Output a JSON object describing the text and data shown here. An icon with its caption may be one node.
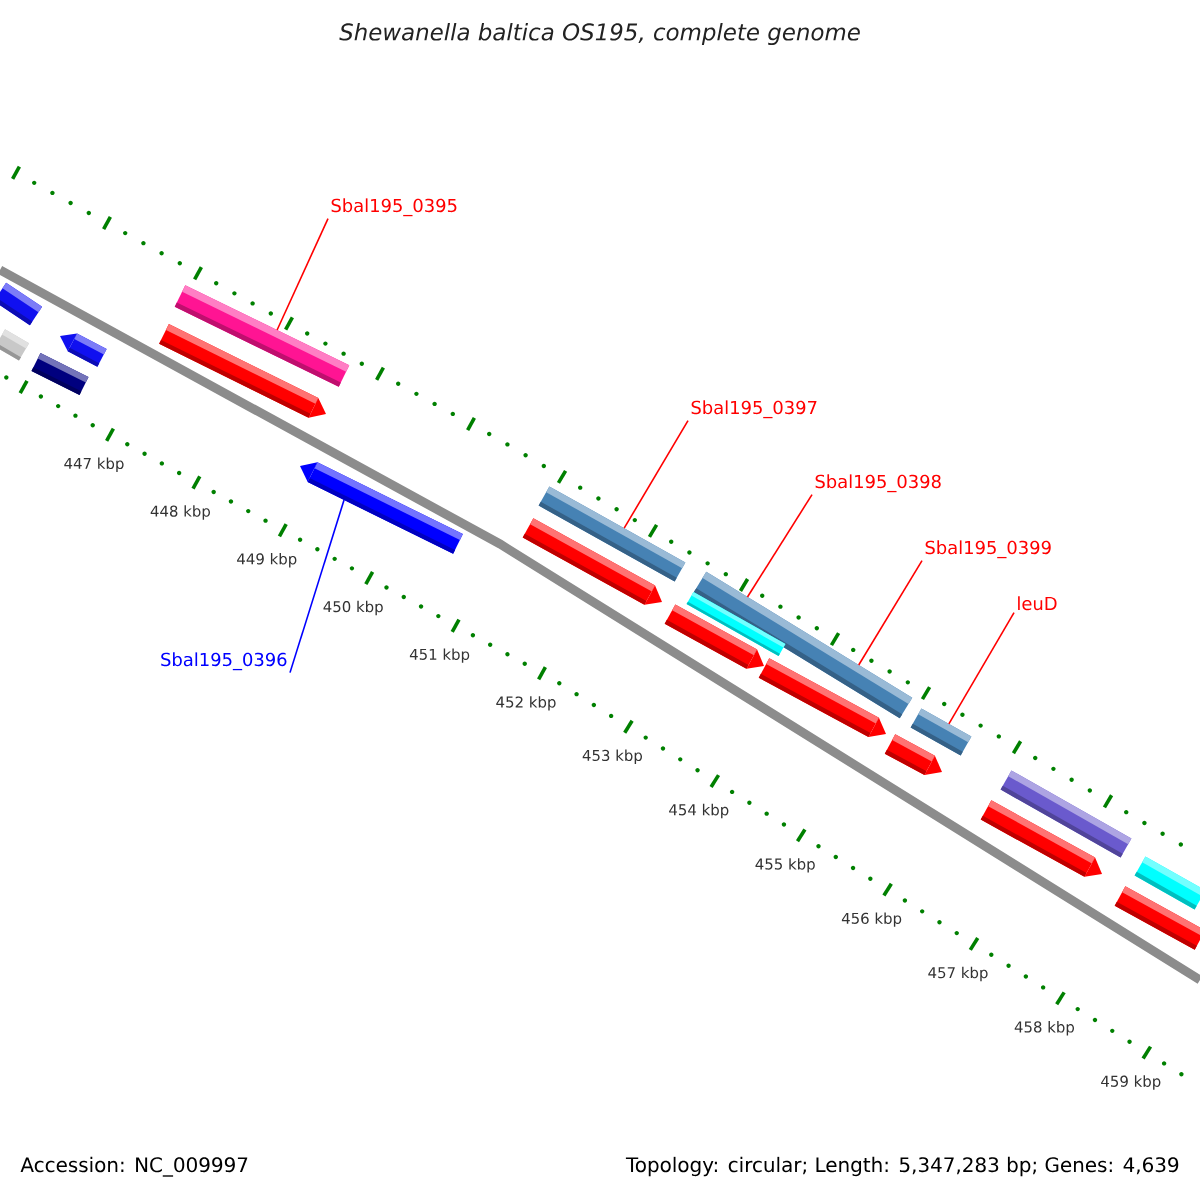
{
  "diagram": {
    "title": "Shewanella baltica OS195, complete genome",
    "nodes": [
      {
        "text": [
          "Sbal195_0395"
        ]
      },
      {
        "text": [
          "Sbal195_0396"
        ]
      },
      {
        "text": [
          "Sbal195_0397"
        ]
      },
      {
        "text": [
          "Sbal195_0398"
        ]
      },
      {
        "text": [
          "Sbal195_0399"
        ]
      },
      {
        "text": [
          "leuD"
        ]
      },
      {
        "text": [],
        "shape": "bar"
      },
      {
        "text": [],
        "shape": "bar"
      },
      {
        "text": [],
        "shape": "bar"
      },
      {
        "text": [],
        "shape": "bar"
      },
      {
        "text": [],
        "shape": "bar"
      },
      {
        "text": [],
        "shape": "bar"
      },
      {
        "text": [],
        "shape": "bar"
      },
      {
        "text": [],
        "shape": "bar"
      },
      {
        "text": [],
        "shape": "bar"
      },
      {
        "text": [],
        "shape": "bar"
      },
      {
        "text": [],
        "shape": "bar"
      },
      {
        "text": [],
        "shape": "bar"
      },
      {
        "text": [],
        "shape": "bar"
      },
      {
        "text": [],
        "shape": "bar"
      },
      {
        "text": [],
        "shape": "bar"
      },
      {
        "text": [],
        "shape": "bar"
      },
      {
        "text": [],
        "shape": "bar"
      },
      {
        "text": [],
        "shape": "bar"
      },
      {
        "text": [],
        "shape": "bar"
      }
    ],
    "edges": [
      {
        "from": 0,
        "to": 10,
        "arrow": "none"
      },
      {
        "from": 1,
        "to": 12,
        "arrow": "none",
        "color": "#0000ff"
      },
      {
        "from": 2,
        "to": 13,
        "arrow": "none"
      },
      {
        "from": 3,
        "to": 15,
        "arrow": "none"
      },
      {
        "from": 4,
        "to": 15,
        "arrow": "none"
      },
      {
        "from": 5,
        "to": 19,
        "arrow": "none"
      }
    ],
    "labels": [
      "447 kbp",
      "448 kbp",
      "449 kbp",
      "450 kbp",
      "451 kbp",
      "452 kbp",
      "453 kbp",
      "454 kbp",
      "455 kbp",
      "456 kbp",
      "457 kbp",
      "458 kbp",
      "459 kbp",
      "Accession: NC_009997",
      "Topology: circular; Length: 5,347,283 bp; Genes: 4,639"
    ]
  }
}
